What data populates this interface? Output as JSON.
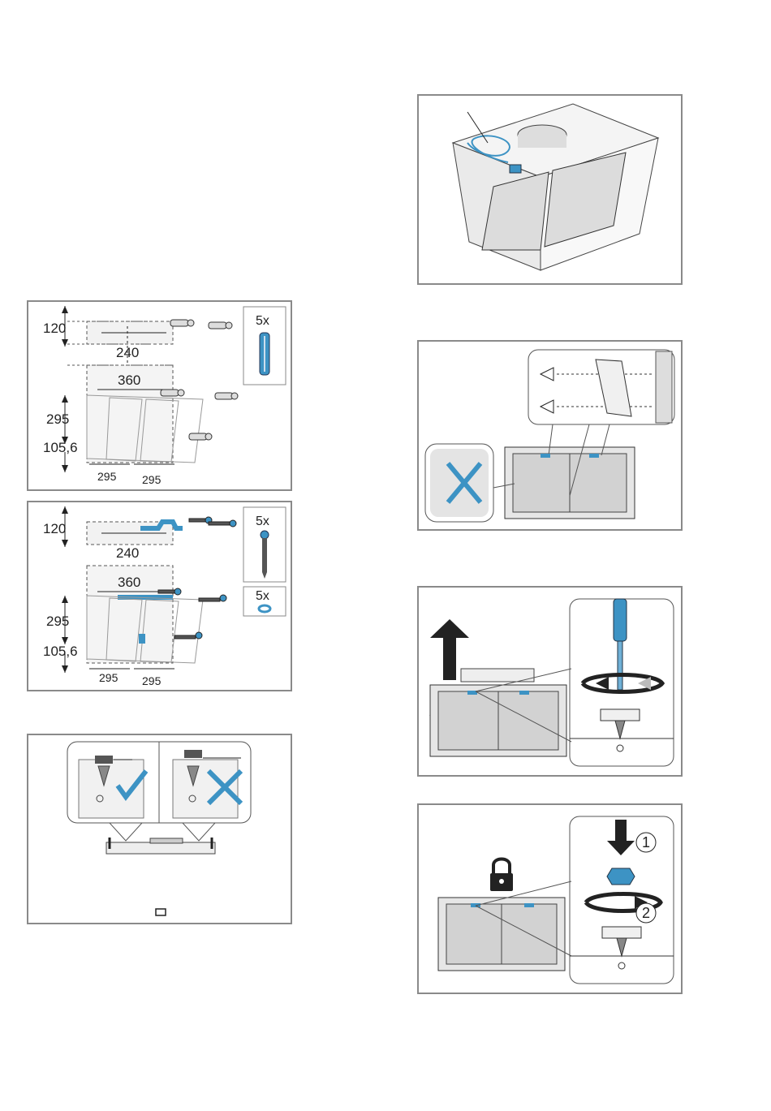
{
  "panel_anchors": {
    "dims_top_120": "120",
    "dims_top_240": "240",
    "dims_top_360": "360",
    "dims_top_295_vertical": "295",
    "dims_top_1056": "105,6",
    "dims_top_295_left": "295",
    "dims_top_295_right": "295",
    "qty_top": "5x"
  },
  "panel_screws": {
    "dims_120": "120",
    "dims_240": "240",
    "dims_360": "360",
    "dims_295_vertical": "295",
    "dims_1056": "105,6",
    "dims_295_left": "295",
    "dims_295_right": "295",
    "qty_screws": "5x",
    "qty_washers": "5x"
  },
  "panel_adjust": {
    "step_1": "1",
    "step_2": "2"
  },
  "colors": {
    "accent_blue": "#3d93c4",
    "border_gray": "#8a8a8a",
    "line_dark": "#333333",
    "fill_light": "#eeeeee"
  }
}
